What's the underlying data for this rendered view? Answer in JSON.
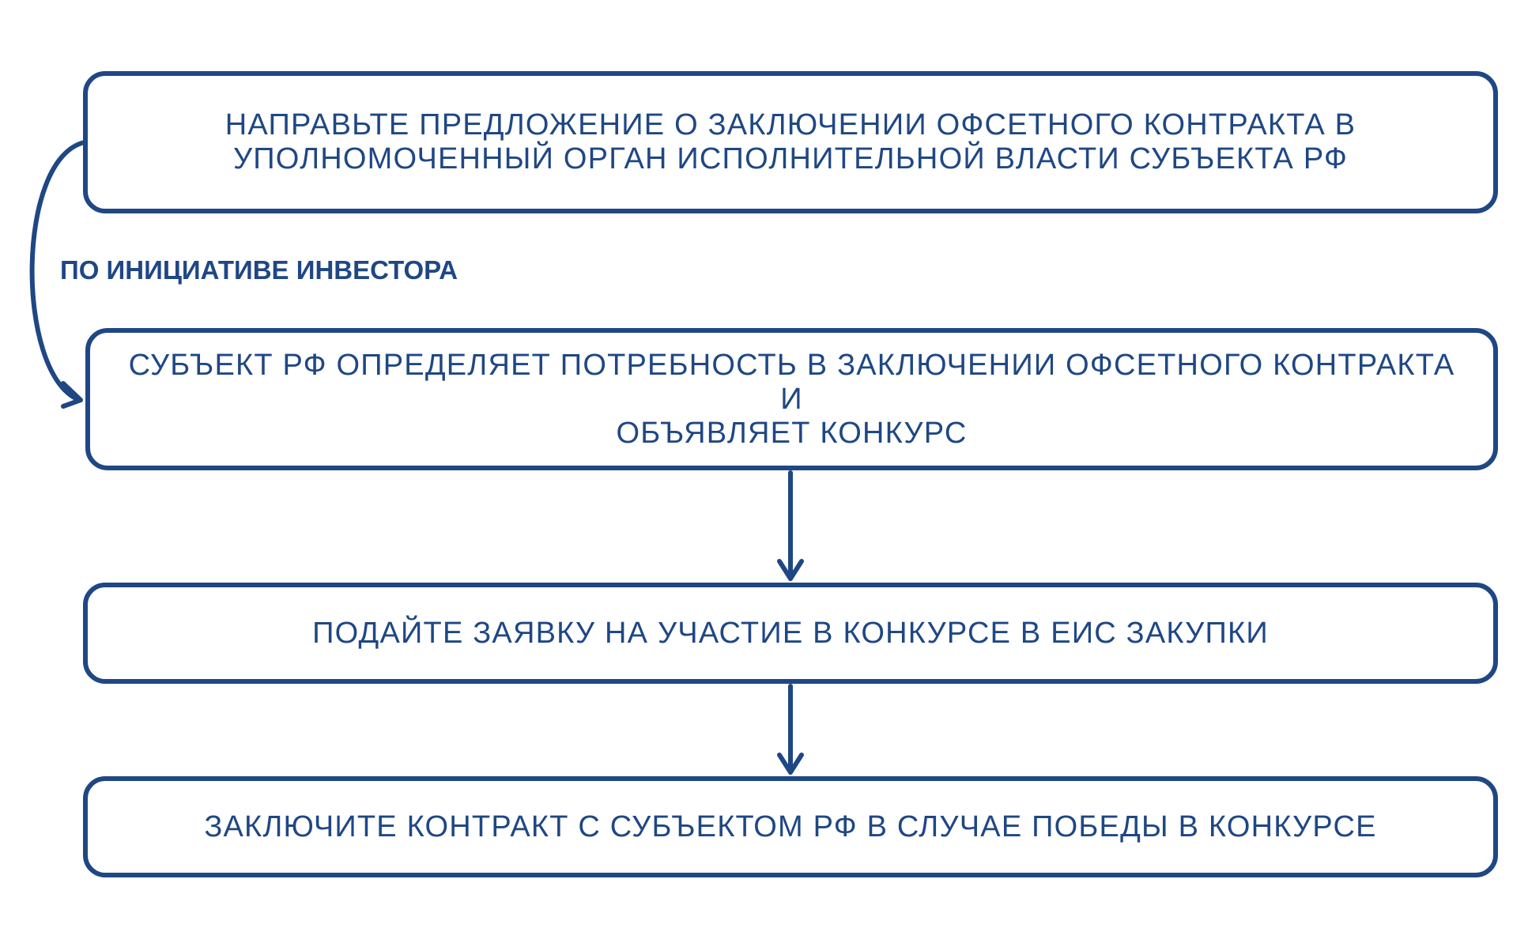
{
  "diagram": {
    "colors": {
      "stroke": "#1f4784",
      "text": "#1f4784",
      "background": "#ffffff"
    },
    "steps": [
      {
        "line1": "НАПРАВЬТЕ ПРЕДЛОЖЕНИЕ О ЗАКЛЮЧЕНИИ ОФСЕТНОГО КОНТРАКТА В",
        "line2": "УПОЛНОМОЧЕННЫЙ ОРГАН ИСПОЛНИТЕЛЬНОЙ ВЛАСТИ СУБЪЕКТА РФ"
      },
      {
        "line1": "СУБЪЕКТ РФ ОПРЕДЕЛЯЕТ ПОТРЕБНОСТЬ В ЗАКЛЮЧЕНИИ ОФСЕТНОГО КОНТРАКТА И",
        "line2": "ОБЪЯВЛЯЕТ КОНКУРС"
      },
      {
        "line1": "ПОДАЙТЕ ЗАЯВКУ НА УЧАСТИЕ В КОНКУРСЕ В ЕИС ЗАКУПКИ"
      },
      {
        "line1": "ЗАКЛЮЧИТЕ КОНТРАКТ С СУБЪЕКТОМ РФ В СЛУЧАЕ ПОБЕДЫ В КОНКУРСЕ"
      }
    ],
    "side_label": "ПО ИНИЦИАТИВЕ ИНВЕСТОРА"
  }
}
